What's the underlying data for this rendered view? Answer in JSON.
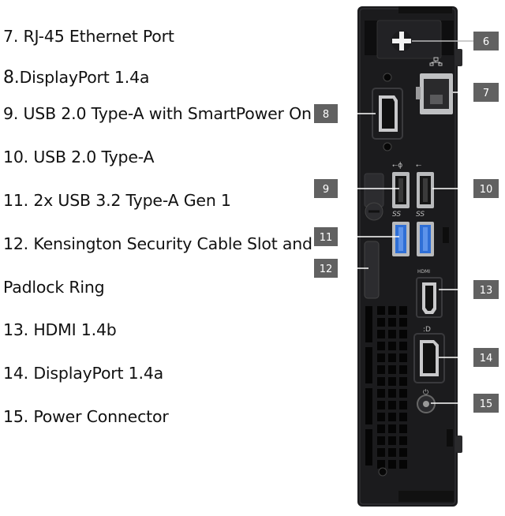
{
  "legend": [
    {
      "num": "7.",
      "text": "RJ-45 Ethernet Port"
    },
    {
      "num": "8.",
      "text": "DisplayPort 1.4a"
    },
    {
      "num": "9.",
      "text": "USB 2.0 Type-A with SmartPower On"
    },
    {
      "num": "10.",
      "text": "USB 2.0 Type-A"
    },
    {
      "num": "11.",
      "text": "2x USB 3.2 Type-A Gen 1"
    },
    {
      "num": "12.",
      "text": "Kensington Security Cable Slot and"
    },
    {
      "num": "",
      "text": "Padlock Ring"
    },
    {
      "num": "13.",
      "text": "HDMI 1.4b"
    },
    {
      "num": "14.",
      "text": "DisplayPort 1.4a"
    },
    {
      "num": "15.",
      "text": "Power Connector"
    }
  ],
  "callouts": [
    "6",
    "7",
    "8",
    "9",
    "10",
    "11",
    "12",
    "13",
    "14",
    "15"
  ],
  "port_markings": {
    "hdmi": "HDMI",
    "dp": ":D",
    "usb_ss": "SS"
  },
  "colors": {
    "chassis": "#1b1b1d",
    "callout_box": "#616161",
    "usb3_blue": "#2f6fd6",
    "text": "#111111"
  }
}
